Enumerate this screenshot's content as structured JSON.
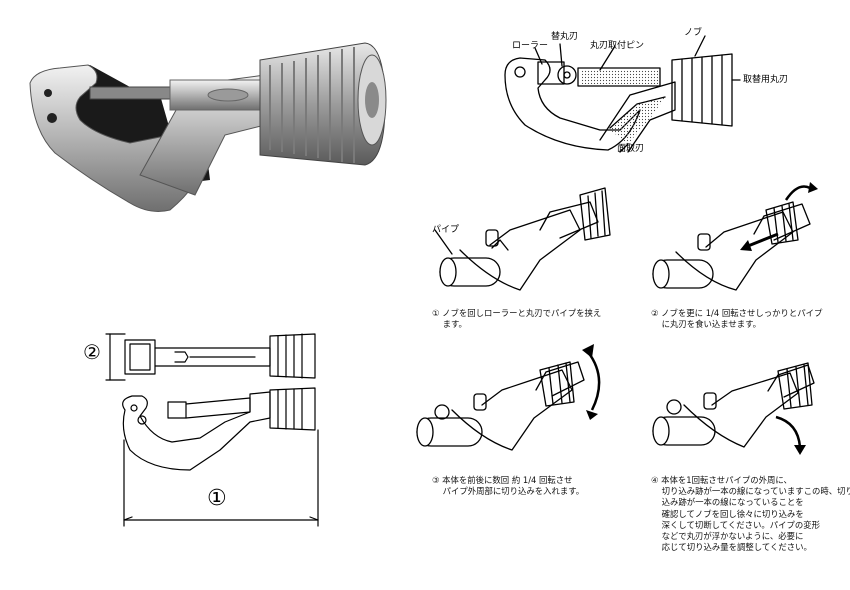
{
  "diagram_labels": {
    "roller": "ローラー",
    "spare_blade": "替丸刃",
    "blade_pin": "丸刃取付ピン",
    "knob": "ノブ",
    "replacement_blade": "取替用丸刃",
    "deburr_blade": "面取刃",
    "pipe": "パイプ"
  },
  "dimensions": {
    "height_number": "②",
    "length_number": "①"
  },
  "steps": [
    {
      "text": "① ノブを回しローラーと丸刃でパイプを挟え\n    ます。"
    },
    {
      "text": "② ノブを更に 1/4 回転させしっかりとパイプ\n    に丸刃を食い込ませます。"
    },
    {
      "text": "③ 本体を前後に数回 約 1/4 回転させ\n    パイプ外周部に切り込みを入れます。"
    },
    {
      "text": "④ 本体を1回転させパイプの外周に、\n    切り込み跡が一本の線になっていますこの時、切り\n    込み跡が一本の線になっていることを\n    確認してノブを回し徐々に切り込みを\n    深くして切断してください。パイプの変形\n    などで丸刃が浮かないように、必要に\n    応じて切り込み量を調整してください。"
    }
  ]
}
